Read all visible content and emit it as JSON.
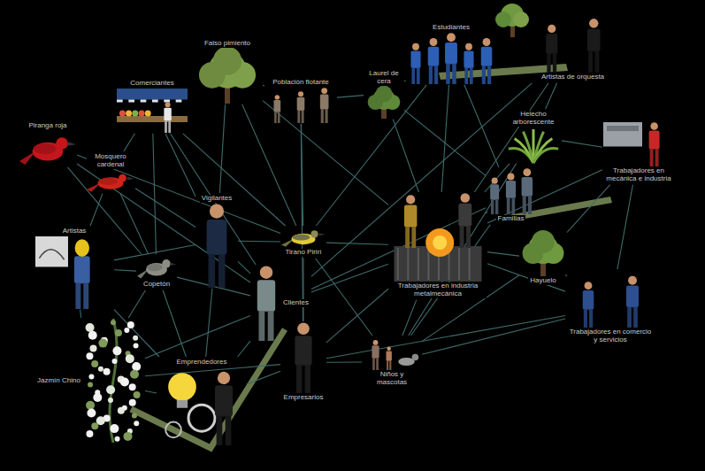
{
  "diagram": {
    "nodes": [
      {
        "text": [
          "Estudiantes"
        ]
      },
      {
        "text": [
          "Falso pimiento"
        ]
      },
      {
        "text": [
          "Laurel de cera"
        ]
      },
      {
        "text": [
          "Artistas de orquesta"
        ]
      },
      {
        "text": [
          "Comerciantes"
        ]
      },
      {
        "text": [
          "Población flotante"
        ]
      },
      {
        "text": [
          "Helecho arborescente"
        ]
      },
      {
        "text": [
          "Piranga roja"
        ]
      },
      {
        "text": [
          "Mosquero cardenal"
        ]
      },
      {
        "text": [
          "Trabajadores en mecánica e industria"
        ]
      },
      {
        "text": [
          "Vigilantes"
        ]
      },
      {
        "text": [
          "Familias"
        ]
      },
      {
        "text": [
          "Artistas"
        ]
      },
      {
        "text": [
          "Tirano Pirirí"
        ]
      },
      {
        "text": [
          "Hayuelo"
        ]
      },
      {
        "text": [
          "Copetón"
        ]
      },
      {
        "text": [
          "Trabajadores en industria metalmecánica"
        ]
      },
      {
        "text": [
          "Clientes"
        ]
      },
      {
        "text": [
          "Trabajadores en comercio y servicios"
        ]
      },
      {
        "text": [
          "Emprendedores"
        ]
      },
      {
        "text": [
          "Niños y mascotas"
        ]
      },
      {
        "text": [
          "Jazmín Chino"
        ]
      },
      {
        "text": [
          "Empresarios"
        ]
      }
    ],
    "edges": [
      {
        "from": 7,
        "to": 15,
        "arrow": "none"
      },
      {
        "from": 7,
        "to": 13,
        "arrow": "none"
      },
      {
        "from": 7,
        "to": 17,
        "arrow": "none"
      },
      {
        "from": 8,
        "to": 12,
        "arrow": "none"
      },
      {
        "from": 8,
        "to": 4,
        "arrow": "none"
      },
      {
        "from": 8,
        "to": 15,
        "arrow": "none"
      },
      {
        "from": 8,
        "to": 10,
        "arrow": "none"
      },
      {
        "from": 4,
        "to": 15,
        "arrow": "none"
      },
      {
        "from": 4,
        "to": 10,
        "arrow": "none"
      },
      {
        "from": 4,
        "to": 17,
        "arrow": "none"
      },
      {
        "from": 4,
        "to": 13,
        "arrow": "none"
      },
      {
        "from": 1,
        "to": 10,
        "arrow": "none"
      },
      {
        "from": 1,
        "to": 13,
        "arrow": "none"
      },
      {
        "from": 1,
        "to": 16,
        "arrow": "none"
      },
      {
        "from": 1,
        "to": 5,
        "arrow": "none"
      },
      {
        "from": 5,
        "to": 13,
        "arrow": "none"
      },
      {
        "from": 5,
        "to": 2,
        "arrow": "none"
      },
      {
        "from": 5,
        "to": 22,
        "arrow": "none"
      },
      {
        "from": 2,
        "to": 0,
        "arrow": "none"
      },
      {
        "from": 2,
        "to": 16,
        "arrow": "none"
      },
      {
        "from": 2,
        "to": 11,
        "arrow": "none"
      },
      {
        "from": 0,
        "to": 16,
        "arrow": "none"
      },
      {
        "from": 0,
        "to": 11,
        "arrow": "none"
      },
      {
        "from": 0,
        "to": 13,
        "arrow": "none"
      },
      {
        "from": 3,
        "to": 6,
        "arrow": "none"
      },
      {
        "from": 3,
        "to": 16,
        "arrow": "none"
      },
      {
        "from": 3,
        "to": 17,
        "arrow": "none"
      },
      {
        "from": 6,
        "to": 16,
        "arrow": "none"
      },
      {
        "from": 6,
        "to": 9,
        "arrow": "none"
      },
      {
        "from": 6,
        "to": 20,
        "arrow": "none"
      },
      {
        "from": 9,
        "to": 16,
        "arrow": "none"
      },
      {
        "from": 9,
        "to": 14,
        "arrow": "none"
      },
      {
        "from": 9,
        "to": 18,
        "arrow": "none"
      },
      {
        "from": 11,
        "to": 16,
        "arrow": "none"
      },
      {
        "from": 11,
        "to": 20,
        "arrow": "none"
      },
      {
        "from": 11,
        "to": 17,
        "arrow": "none"
      },
      {
        "from": 14,
        "to": 18,
        "arrow": "none"
      },
      {
        "from": 14,
        "to": 20,
        "arrow": "none"
      },
      {
        "from": 14,
        "to": 16,
        "arrow": "none"
      },
      {
        "from": 12,
        "to": 15,
        "arrow": "none"
      },
      {
        "from": 12,
        "to": 10,
        "arrow": "none"
      },
      {
        "from": 12,
        "to": 19,
        "arrow": "none"
      },
      {
        "from": 12,
        "to": 21,
        "arrow": "none"
      },
      {
        "from": 10,
        "to": 17,
        "arrow": "none"
      },
      {
        "from": 10,
        "to": 19,
        "arrow": "none"
      },
      {
        "from": 10,
        "to": 13,
        "arrow": "none"
      },
      {
        "from": 13,
        "to": 16,
        "arrow": "none"
      },
      {
        "from": 13,
        "to": 22,
        "arrow": "none"
      },
      {
        "from": 13,
        "to": 20,
        "arrow": "none"
      },
      {
        "from": 15,
        "to": 21,
        "arrow": "none"
      },
      {
        "from": 15,
        "to": 19,
        "arrow": "none"
      },
      {
        "from": 15,
        "to": 17,
        "arrow": "none"
      },
      {
        "from": 16,
        "to": 17,
        "arrow": "none"
      },
      {
        "from": 16,
        "to": 22,
        "arrow": "none"
      },
      {
        "from": 16,
        "to": 20,
        "arrow": "none"
      },
      {
        "from": 16,
        "to": 18,
        "arrow": "none"
      },
      {
        "from": 17,
        "to": 19,
        "arrow": "none"
      },
      {
        "from": 17,
        "to": 21,
        "arrow": "none"
      },
      {
        "from": 18,
        "to": 20,
        "arrow": "none"
      },
      {
        "from": 18,
        "to": 22,
        "arrow": "none"
      },
      {
        "from": 19,
        "to": 22,
        "arrow": "none"
      },
      {
        "from": 19,
        "to": 21,
        "arrow": "none"
      },
      {
        "from": 20,
        "to": 22,
        "arrow": "none"
      },
      {
        "from": 21,
        "to": 22,
        "arrow": "none"
      }
    ]
  }
}
